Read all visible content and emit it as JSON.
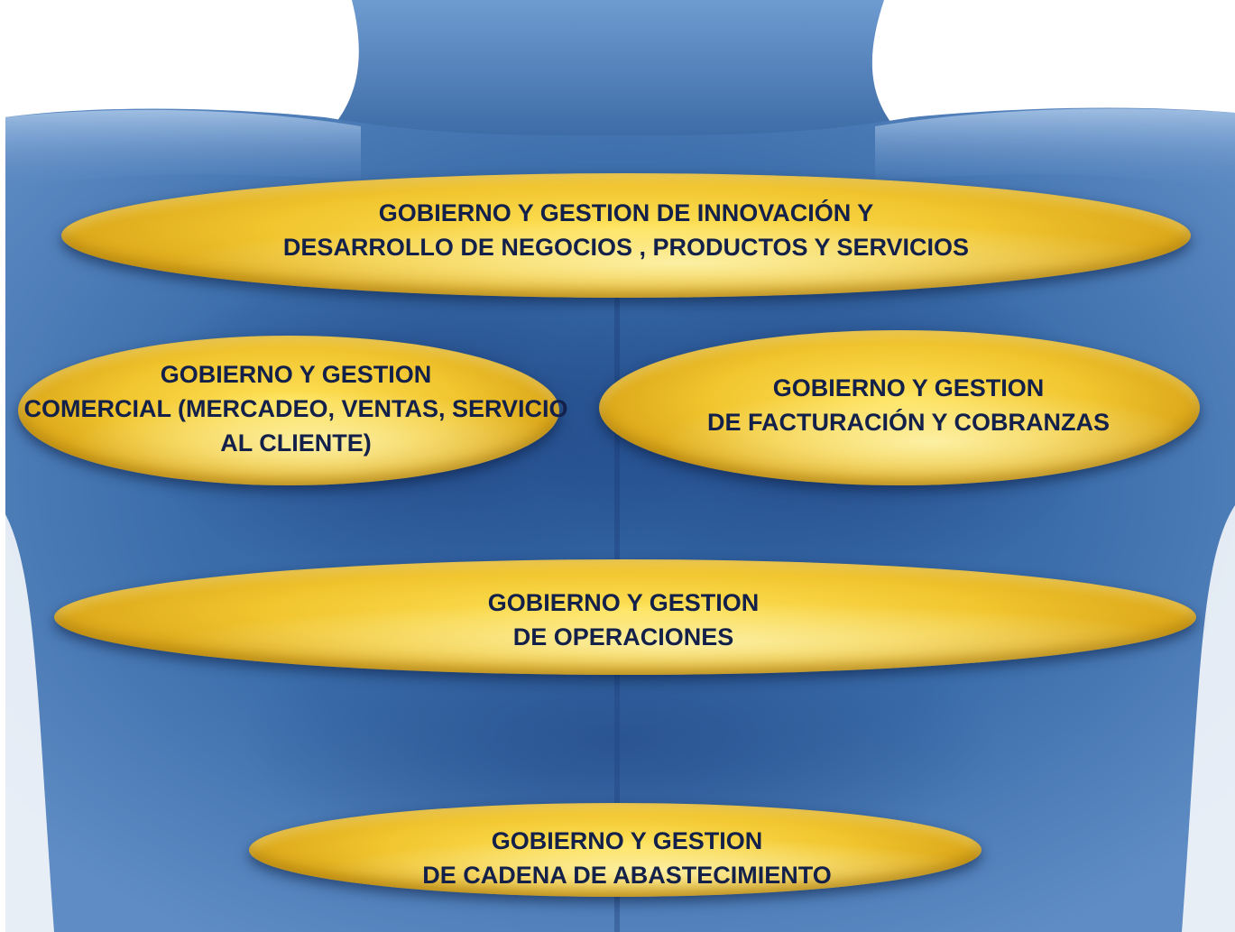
{
  "colors": {
    "torso_blue": "#3c6fae",
    "torso_deep": "#1f3f7a",
    "gold": "#f1c52e",
    "text": "#13204a"
  },
  "background_icon": "human-torso-figure",
  "areas": {
    "innovacion": {
      "line1": "GOBIERNO Y GESTION DE INNOVACIÓN Y",
      "line2": "DESARROLLO DE NEGOCIOS , PRODUCTOS Y SERVICIOS"
    },
    "comercial": {
      "line1": "GOBIERNO Y GESTION",
      "line2": "COMERCIAL (MERCADEO, VENTAS, SERVICIO",
      "line3": "AL CLIENTE)"
    },
    "facturacion": {
      "line1": "GOBIERNO Y GESTION",
      "line2": "DE FACTURACIÓN Y COBRANZAS"
    },
    "operaciones": {
      "line1": "GOBIERNO Y GESTION",
      "line2": "DE OPERACIONES"
    },
    "abastecimiento": {
      "line1": "GOBIERNO Y GESTION",
      "line2": "DE CADENA DE ABASTECIMIENTO"
    }
  }
}
